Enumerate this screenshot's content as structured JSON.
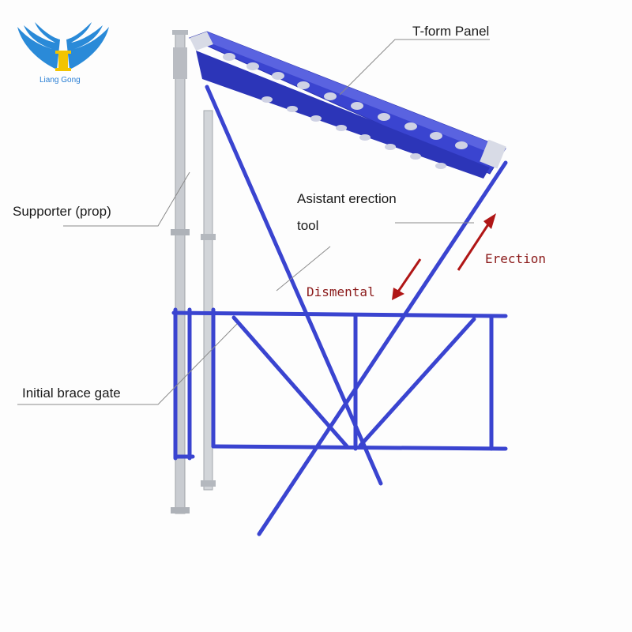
{
  "logo": {
    "text": "Liang Gong",
    "color": "#2a8ad8",
    "accent": "#f2c400"
  },
  "labels": {
    "t_form_panel": "T-form Panel",
    "supporter": "Supporter (prop)",
    "assistant_line1": "Asistant erection",
    "assistant_line2": "tool",
    "brace_gate": "Initial brace gate",
    "erection": "Erection",
    "dismental": "Dismental"
  },
  "colors": {
    "frame": "#3a44d0",
    "prop": "#c9ccd1",
    "arrow": "#b01616",
    "leader": "#8a8a8a"
  }
}
